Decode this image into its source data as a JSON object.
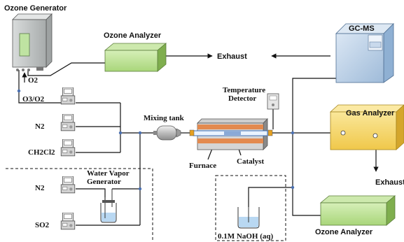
{
  "labels": {
    "ozone_generator": "Ozone Generator",
    "o2_inlet": "O2",
    "ozone_analyzer_top": "Ozone Analyzer",
    "exhaust_top": "Exhaust",
    "gc_ms": "GC-MS",
    "temperature_detector_line1": "Temperature",
    "temperature_detector_line2": "Detector",
    "o3_o2": "O3/O2",
    "n2_upper": "N2",
    "ch2cl2": "CH2Cl2",
    "mixing_tank": "Mixing tank",
    "gas_analyzer": "Gas Analyzer",
    "furnace": "Furnace",
    "catalyst": "Catalyst",
    "water_vapor_generator_line1": "Water Vapor",
    "water_vapor_generator_line2": "Generator",
    "n2_lower": "N2",
    "so2": "SO2",
    "exhaust_right": "Exhaust",
    "naoh": "0.1M NaOH (aq)",
    "ozone_analyzer_bottom": "Ozone Analyzer"
  },
  "colors": {
    "analyzer_green": "#9fd26a",
    "gas_analyzer_yellow": "#f3d35a",
    "gc_ms_blue": "#b9cfe6",
    "furnace_orange": "#e38a4f",
    "device_grey": "#c8c8c8"
  }
}
